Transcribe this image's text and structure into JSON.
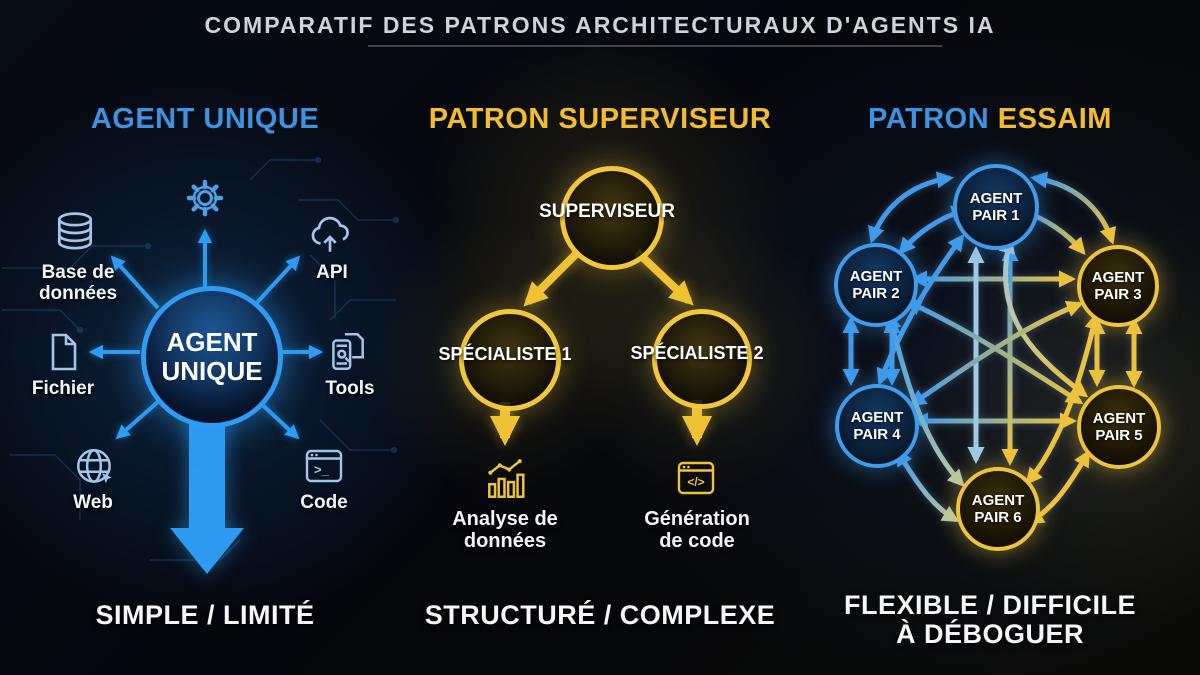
{
  "title": "COMPARATIF DES PATRONS ARCHITECTURAUX D'AGENTS IA",
  "colors": {
    "blue": "#3f9ced",
    "yellow": "#eec33c"
  },
  "panel_unique": {
    "header": "AGENT UNIQUE",
    "center": "AGENT UNIQUE",
    "satellites": [
      {
        "label": "Base de données",
        "icon": "database-icon"
      },
      {
        "label": "API",
        "icon": "cloud-upload-icon"
      },
      {
        "label": "Fichier",
        "icon": "file-icon"
      },
      {
        "label": "Tools",
        "icon": "tools-icon"
      },
      {
        "label": "Web",
        "icon": "globe-icon"
      },
      {
        "label": "Code",
        "icon": "terminal-icon",
        "glyph": ">_"
      }
    ],
    "footer": "SIMPLE / LIMITÉ"
  },
  "panel_superviseur": {
    "header": "PATRON SUPERVISEUR",
    "root": "SUPERVISEUR",
    "specialists": [
      {
        "label": "SPÉCIALISTE 1"
      },
      {
        "label": "SPÉCIALISTE 2"
      }
    ],
    "outputs": [
      {
        "label": "Analyse de données",
        "icon": "bar-chart-icon"
      },
      {
        "label": "Génération de code",
        "icon": "code-window-icon",
        "glyph": "</>"
      }
    ],
    "footer": "STRUCTURÉ / COMPLEXE"
  },
  "panel_essaim": {
    "header_blue": "PATRON",
    "header_yellow": "ESSAIM",
    "nodes": [
      {
        "label": "AGENT PAIR 1",
        "color": "blue"
      },
      {
        "label": "AGENT PAIR 2",
        "color": "blue"
      },
      {
        "label": "AGENT PAIR 3",
        "color": "yellow"
      },
      {
        "label": "AGENT PAIR 4",
        "color": "blue"
      },
      {
        "label": "AGENT PAIR 5",
        "color": "yellow"
      },
      {
        "label": "AGENT PAIR 6",
        "color": "yellow"
      }
    ],
    "footer_line1": "FLEXIBLE / DIFFICILE",
    "footer_line2": "À DÉBOGUER"
  }
}
